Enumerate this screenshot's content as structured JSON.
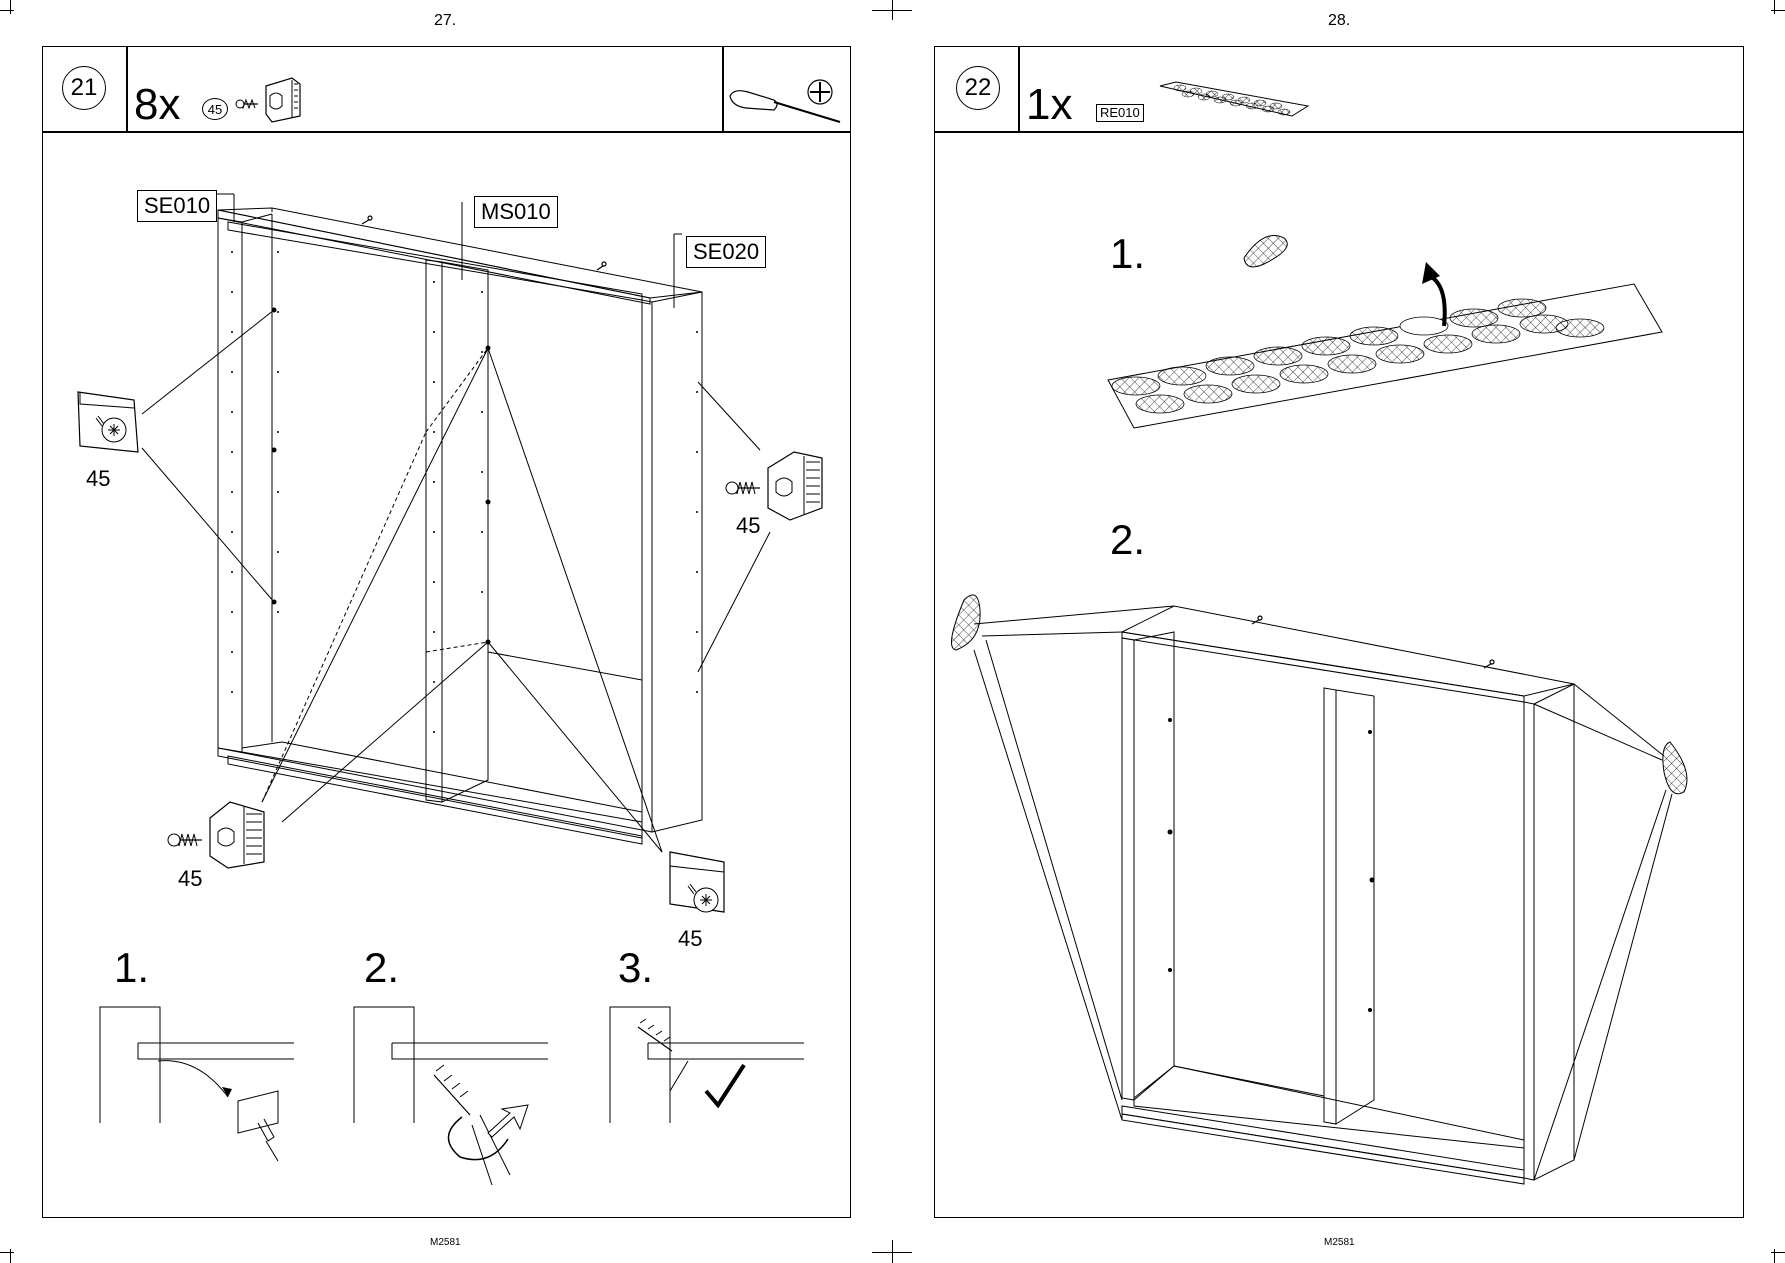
{
  "left_page": {
    "page_number": "27.",
    "footer_code": "M2581",
    "step_number": "21",
    "quantity": "8x",
    "part_number": "45",
    "tool_icon": "screwdriver-phillips-icon",
    "labels": {
      "side_left": "SE010",
      "middle": "MS010",
      "side_right": "SE020"
    },
    "callouts": [
      "45",
      "45",
      "45",
      "45"
    ],
    "substeps": [
      "1.",
      "2.",
      "3."
    ]
  },
  "right_page": {
    "page_number": "28.",
    "footer_code": "M2581",
    "step_number": "22",
    "quantity": "1x",
    "part_code": "RE010",
    "substeps": [
      "1.",
      "2."
    ]
  }
}
